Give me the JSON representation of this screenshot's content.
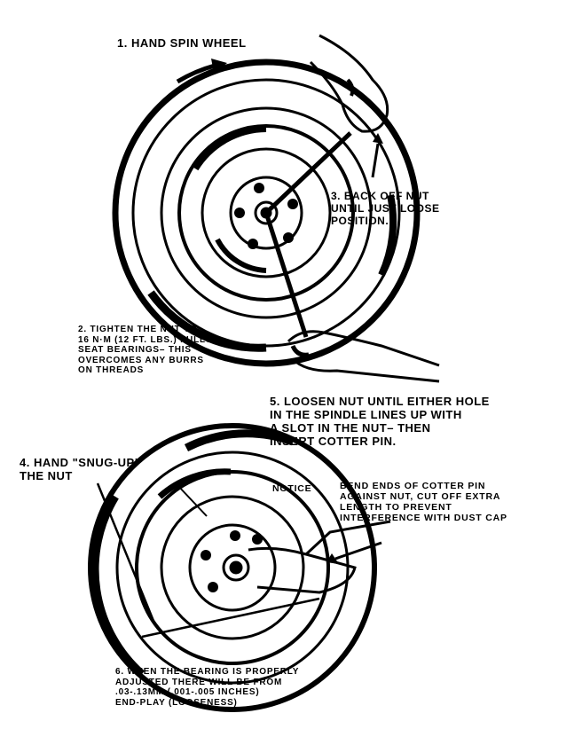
{
  "steps": {
    "step1": "1.  HAND SPIN WHEEL",
    "step2": "2.  TIGHTEN THE NUT TO\n16 N·m (12 FT. LBS.) FULLY\nSEAT BEARINGS– THIS\nOVERCOMES ANY BURRS\nON THREADS",
    "step3": "3.  BACK OFF NUT\nUNTIL JUST LOOSE\nPOSITION.",
    "step4": "4.  HAND \"SNUG-UP\"\nTHE NUT",
    "step5": "5.  LOOSEN NUT UNTIL EITHER HOLE\nIN THE SPINDLE LINES UP WITH\nA SLOT IN THE NUT– THEN\nINSERT COTTER PIN.",
    "step6": "6.  WHEN THE BEARING IS PROPERLY\nADJUSTED THERE WILL BE FROM\n.03-.13mm (.001-.005 INCHES)\nEND-PLAY (LOOSENESS)"
  },
  "notice": {
    "label": "NOTICE",
    "text": "BEND ENDS OF COTTER PIN\nAGAINST NUT, CUT OFF EXTRA\nLENGTH TO PREVENT\nINTERFERENCE WITH DUST CAP"
  }
}
